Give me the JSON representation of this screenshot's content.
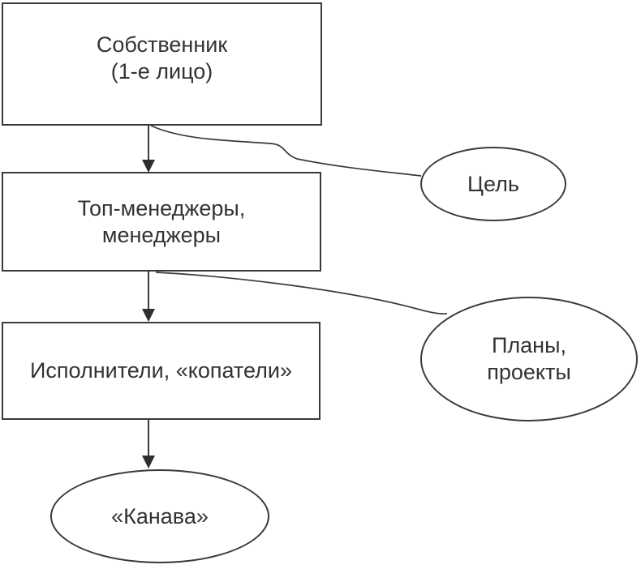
{
  "diagram": {
    "title": "",
    "colors": {
      "stroke": "#3a3a3a",
      "text": "#333333",
      "background": "#ffffff"
    },
    "nodes": [
      {
        "id": "owner",
        "shape": "rect",
        "label": "Собственник\n(1-е лицо)"
      },
      {
        "id": "managers",
        "shape": "rect",
        "label": "Топ-менеджеры,\nменеджеры"
      },
      {
        "id": "executors",
        "shape": "rect",
        "label": "Исполнители, «копатели»"
      },
      {
        "id": "goal",
        "shape": "ellipse",
        "label": "Цель"
      },
      {
        "id": "plans",
        "shape": "ellipse",
        "label": "Планы,\nпроекты"
      },
      {
        "id": "ditch",
        "shape": "ellipse",
        "label": "«Канава»"
      }
    ],
    "edges": [
      {
        "from": "owner",
        "to": "managers",
        "type": "arrow"
      },
      {
        "from": "managers",
        "to": "executors",
        "type": "arrow"
      },
      {
        "from": "executors",
        "to": "ditch",
        "type": "arrow"
      },
      {
        "from": "owner",
        "to": "goal",
        "type": "curve"
      },
      {
        "from": "managers",
        "to": "plans",
        "type": "curve"
      }
    ]
  }
}
